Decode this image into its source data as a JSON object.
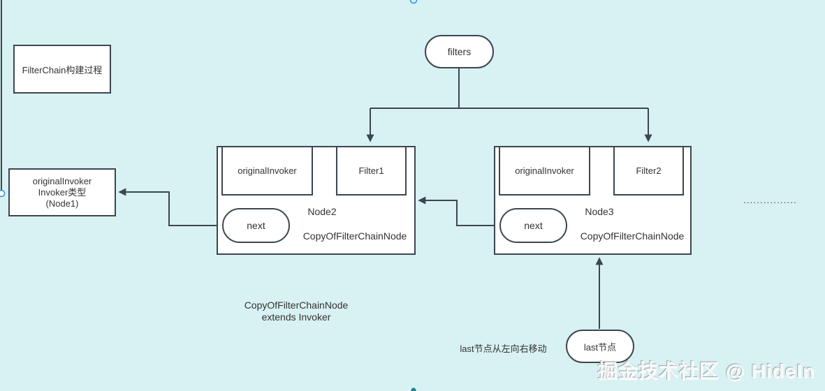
{
  "canvas": {
    "background_color": "#d8f1f2",
    "stroke_color": "#3c4650",
    "text_color": "#333333",
    "handle_color": "#2b90ef"
  },
  "shapes": {
    "title_box": {
      "label": "FilterChain构建过程"
    },
    "filters_node": {
      "label": "filters"
    },
    "node1_box": {
      "lines": [
        "originalInvoker",
        "Invoker类型",
        "(Node1)"
      ]
    },
    "node2": {
      "invoker_label": "originalInvoker",
      "filter_label": "Filter1",
      "next_label": "next",
      "node_name": "Node2",
      "class_name": "CopyOfFilterChainNode"
    },
    "node3": {
      "invoker_label": "originalInvoker",
      "filter_label": "Filter2",
      "next_label": "next",
      "node_name": "Node3",
      "class_name": "CopyOfFilterChainNode"
    },
    "last_node": {
      "label": "last节点"
    }
  },
  "annotations": {
    "extends_note_line1": "CopyOfFilterChainNode",
    "extends_note_line2": "extends Invoker",
    "last_move_note": "last节点从左向右移动",
    "ellipsis": "................"
  },
  "watermark": {
    "text": "掘金技术社区 @ HideIn"
  }
}
